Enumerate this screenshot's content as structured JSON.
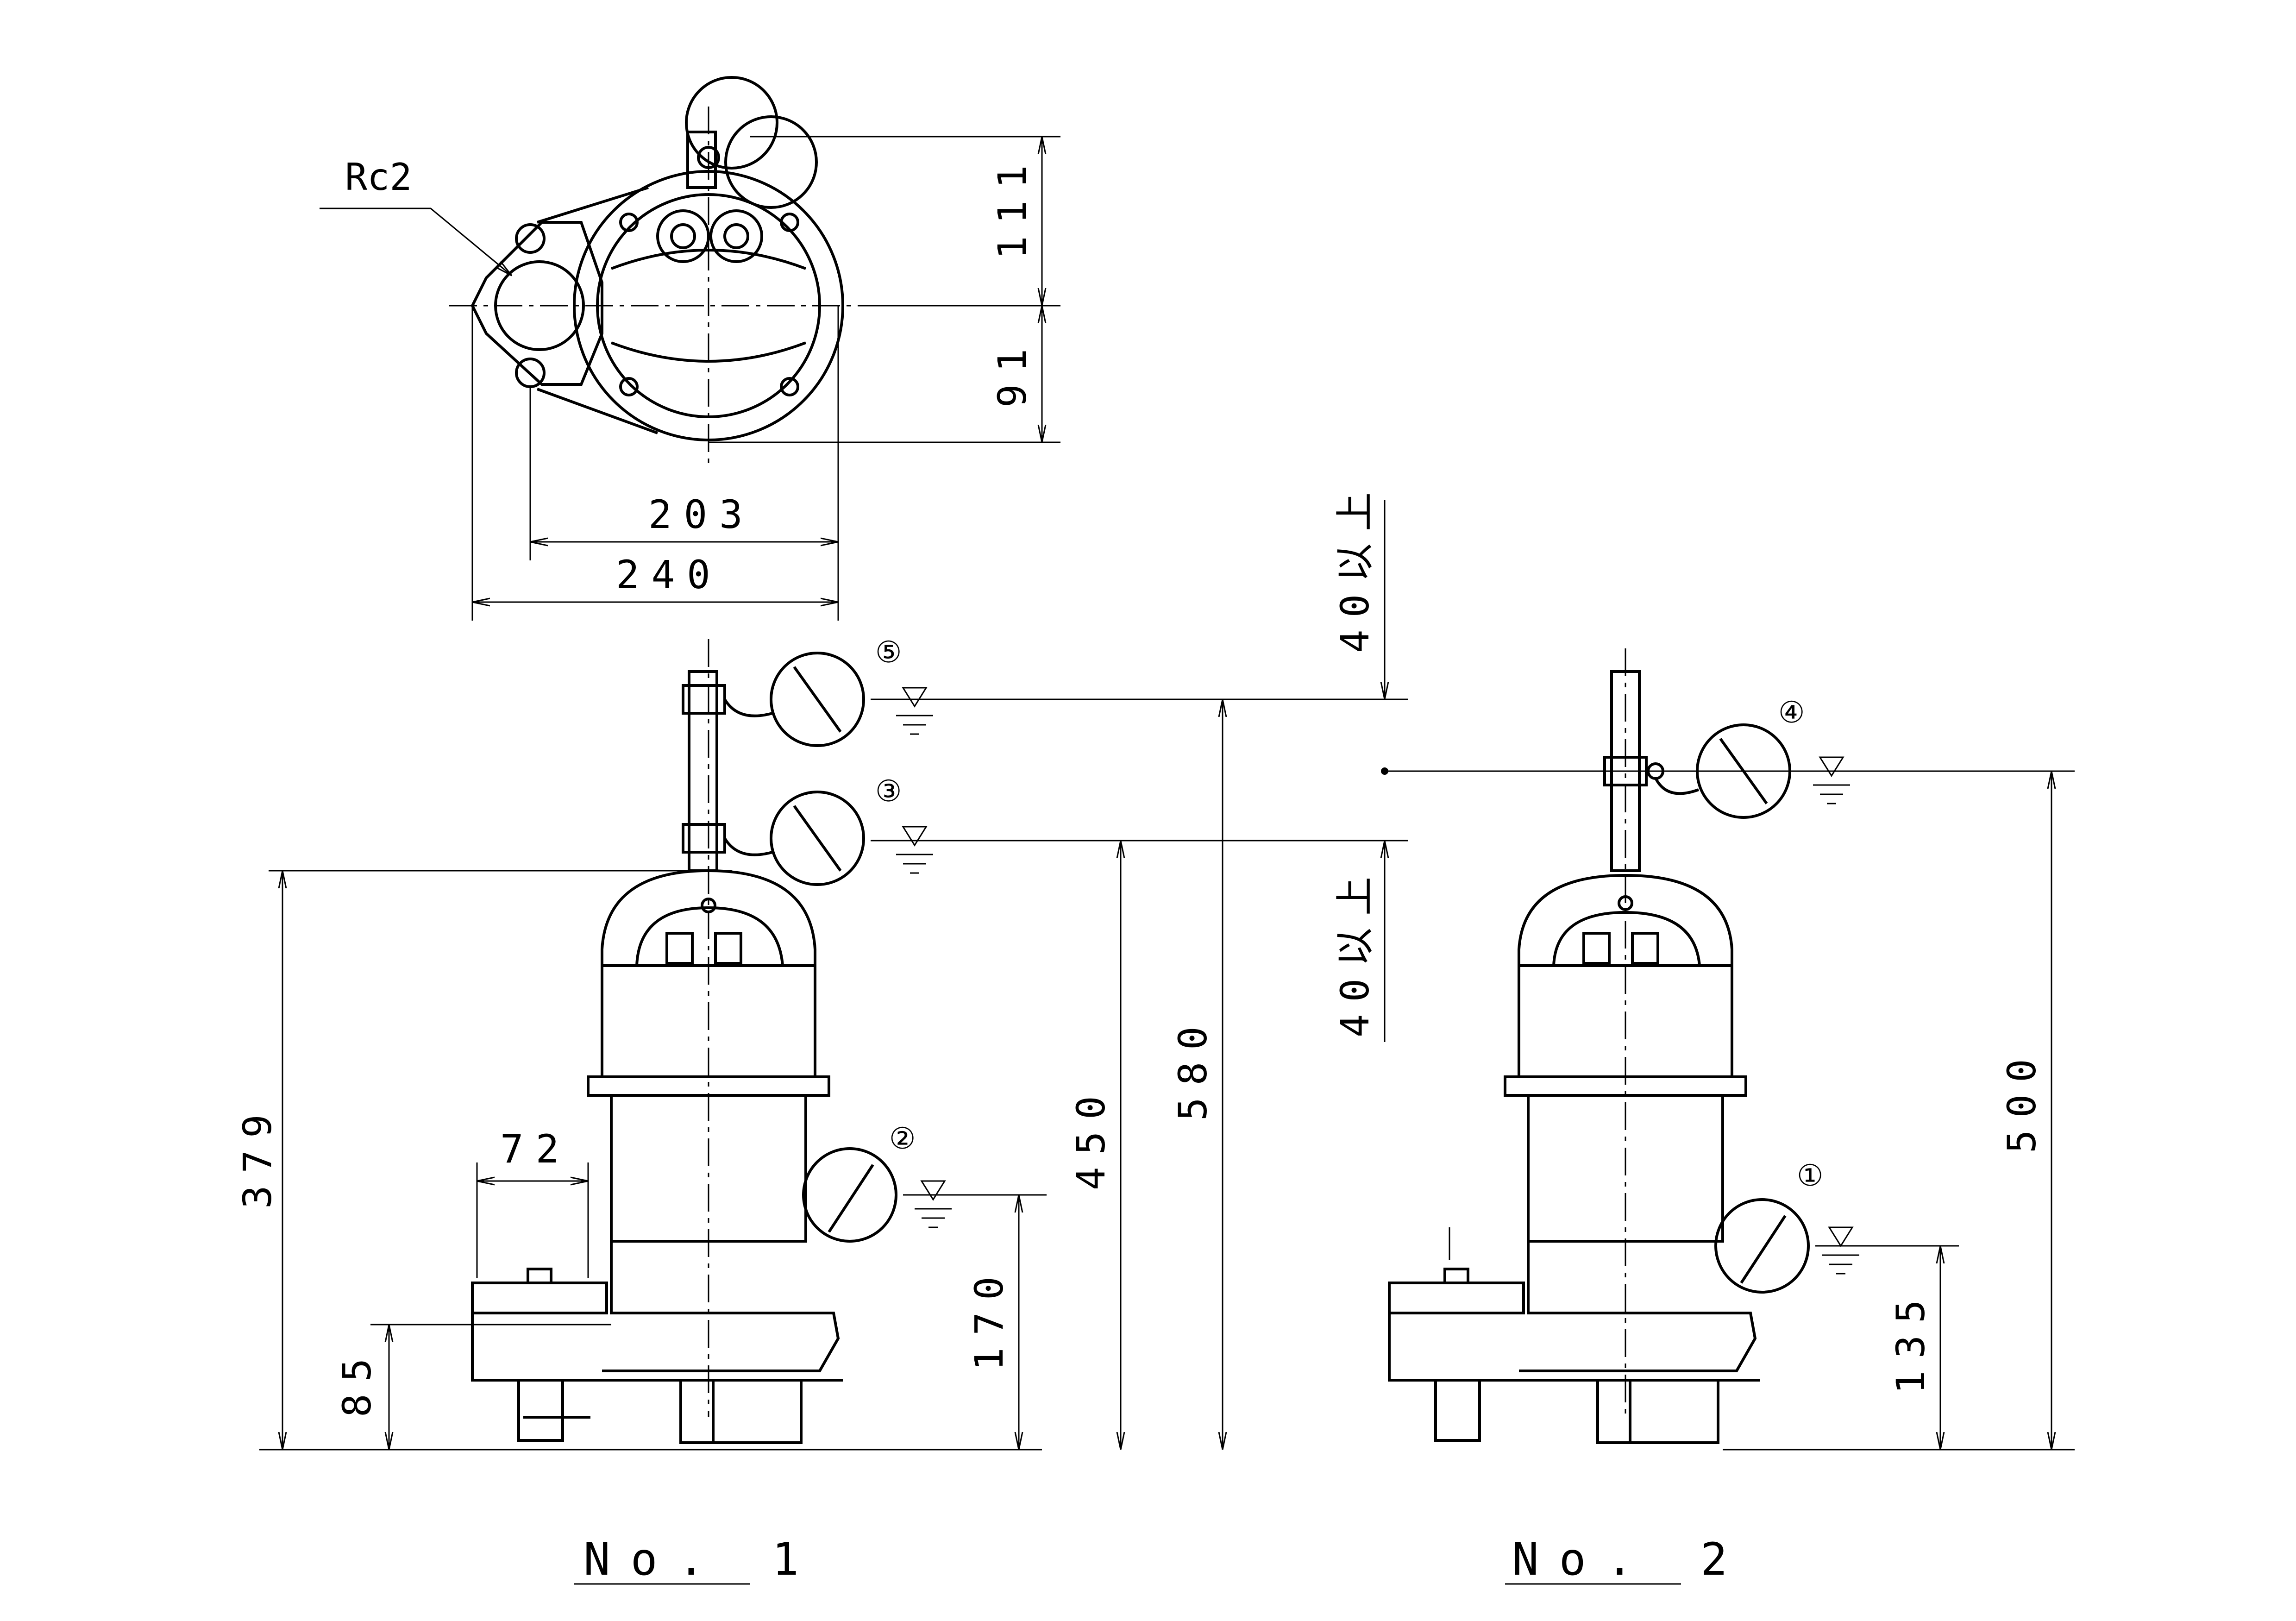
{
  "top_view": {
    "thread_label": "Rc2",
    "dim_width_inner": "203",
    "dim_width_outer": "240",
    "dim_top": "111",
    "dim_bottom": "91"
  },
  "view1": {
    "label": "No. 1",
    "dim_total_height": "379",
    "dim_outlet_offset": "72",
    "dim_outlet_height": "85",
    "dim_level_2": "170",
    "dim_level_3": "450",
    "dim_level_5": "580",
    "level_markers": [
      "⑤",
      "③",
      "②"
    ]
  },
  "view2": {
    "label": "No. 2",
    "dim_min_above": "40以上",
    "dim_min_below": "40以上",
    "dim_level_4": "500",
    "dim_level_1": "135",
    "level_markers": [
      "④",
      "①"
    ]
  }
}
